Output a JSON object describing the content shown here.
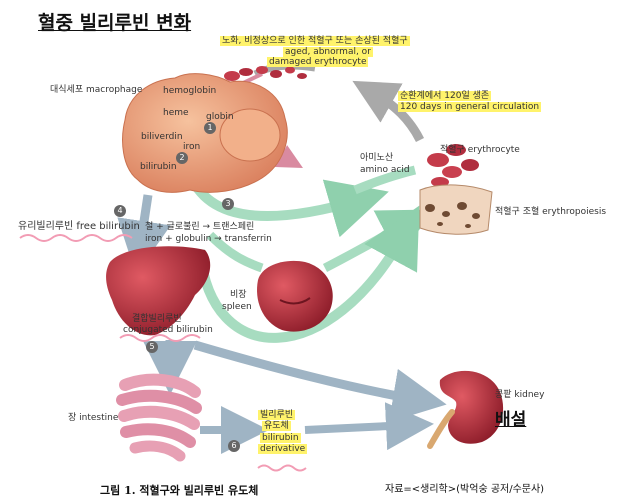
{
  "title": "혈중 빌리루빈 변화",
  "labels": {
    "damaged_ko": "노화, 비정상으로 인한 적혈구 또는 손상된 적혈구",
    "damaged_en1": "aged, abnormal, or",
    "damaged_en2": "damaged erythrocyte",
    "macrophage": "대식세포 macrophage",
    "hemoglobin": "hemoglobin",
    "heme": "heme",
    "globin": "globin",
    "biliverdin": "biliverdin",
    "iron": "iron",
    "bilirubin": "bilirubin",
    "circ_ko": "순환계에서 120일 생존",
    "circ_en": "120 days in general circulation",
    "amino_ko": "아미노산",
    "amino_en": "amino acid",
    "erythrocyte": "적혈구 erythrocyte",
    "erythropoiesis": "적혈구 조혈 erythropoiesis",
    "free_bilirubin": "유리빌리루빈 free bilirubin",
    "iron_ko": "철 + 글로불린 → 트랜스페린",
    "iron_en": "iron + globulin → transferrin",
    "spleen_ko": "비장",
    "spleen_en": "spleen",
    "conj_ko": "결합빌리루빈",
    "conj_en": "conjugated bilirubin",
    "intestine": "장 intestine",
    "deriv_ko1": "빌리루빈",
    "deriv_ko2": "유도체",
    "deriv_en1": "bilirubin",
    "deriv_en2": "derivative",
    "kidney": "콩팥 kidney",
    "excretion": "배설"
  },
  "steps": [
    "1",
    "2",
    "3",
    "4",
    "5",
    "6"
  ],
  "caption": "그림 1. 적혈구와 빌리루빈 유도체",
  "source": "자료=<생리학>(박억숭 공저/수문사)",
  "colors": {
    "green_arrow": "#a7dcc0",
    "blue_arrow": "#9fb4c4",
    "gray_arrow": "#a9a9a9",
    "pink_arrow": "#d98aa0",
    "highlight": "#fff36b",
    "squiggle": "#f29cb4",
    "macrophage": "#e9a07c",
    "organ_red": "#b8303e"
  }
}
